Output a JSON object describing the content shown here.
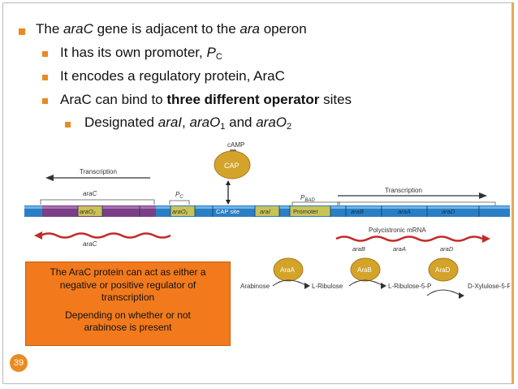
{
  "slide": {
    "bullets": [
      {
        "parts": [
          [
            "",
            "The "
          ],
          [
            "em",
            "araC"
          ],
          [
            "",
            " gene is adjacent to the "
          ],
          [
            "em",
            "ara"
          ],
          [
            "",
            " operon"
          ]
        ]
      },
      {
        "parts": [
          [
            "",
            "It has its own promoter, "
          ],
          [
            "em",
            "P"
          ],
          [
            "sub",
            "C"
          ]
        ]
      },
      {
        "parts": [
          [
            "",
            "It encodes a regulatory protein, AraC"
          ]
        ]
      },
      {
        "parts": [
          [
            "",
            "AraC can bind to "
          ],
          [
            "strong",
            "three different operator"
          ],
          [
            "",
            " sites"
          ]
        ]
      },
      {
        "parts": [
          [
            "",
            "Designated "
          ],
          [
            "em",
            "araI"
          ],
          [
            "",
            ", "
          ],
          [
            "em",
            "araO"
          ],
          [
            "sub",
            "1"
          ],
          [
            "",
            " and "
          ],
          [
            "em",
            "araO"
          ],
          [
            "sub",
            "2"
          ]
        ]
      }
    ],
    "page_number": "39",
    "note_lines": [
      "The AraC protein can act as either a",
      "negative or positive regulator of",
      "transcription",
      "Depending on whether or not",
      "arabinose is present"
    ]
  },
  "diagram": {
    "cAMP": "cAMP",
    "CAP": "CAP",
    "transcription_left": "Transcription",
    "transcription_right": "Transcription",
    "araC_gene": "araC",
    "PC": "P",
    "PC_sub": "C",
    "PBAD": "P",
    "PBAD_sub": "BAD",
    "segments": [
      "araO₂",
      "araO₁",
      "CAP site",
      "araI",
      "Promoter",
      "araB",
      "araA",
      "araD"
    ],
    "polycistronic": "Polycistronic mRNA",
    "araC_mrna": "araC",
    "mrna_genes": [
      "araB",
      "araA",
      "araD"
    ],
    "enzymes": [
      "AraA",
      "AraB",
      "AraD"
    ],
    "pathway": [
      "Arabinose",
      "L-Ribulose",
      "L-Ribulose-5-P",
      "D-Xylulose-5-P"
    ],
    "colors": {
      "dna": "#2a7fc4",
      "accent": "#e98b22",
      "enzyme": "#d4a32a"
    }
  }
}
